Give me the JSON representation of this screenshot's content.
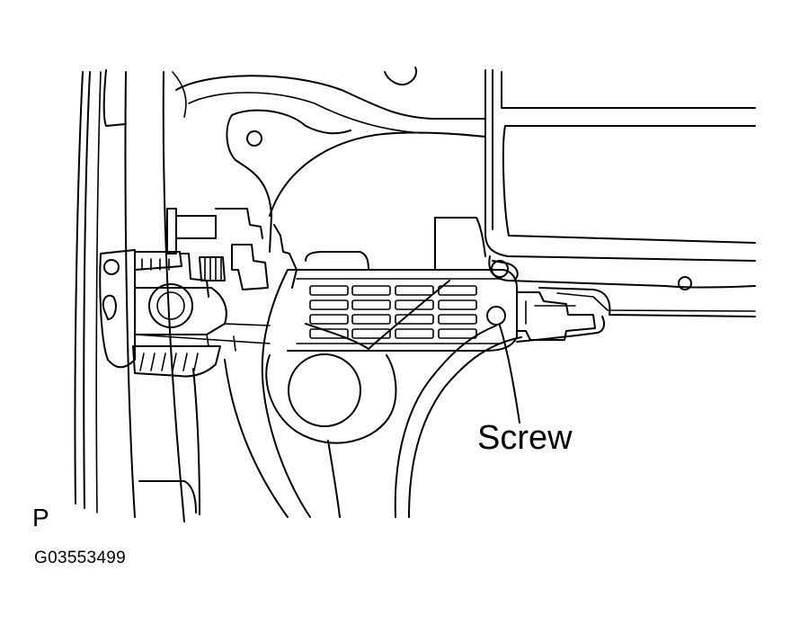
{
  "callouts": {
    "screw": "Screw"
  },
  "view_letter": "P",
  "figure_code": "G03553499"
}
